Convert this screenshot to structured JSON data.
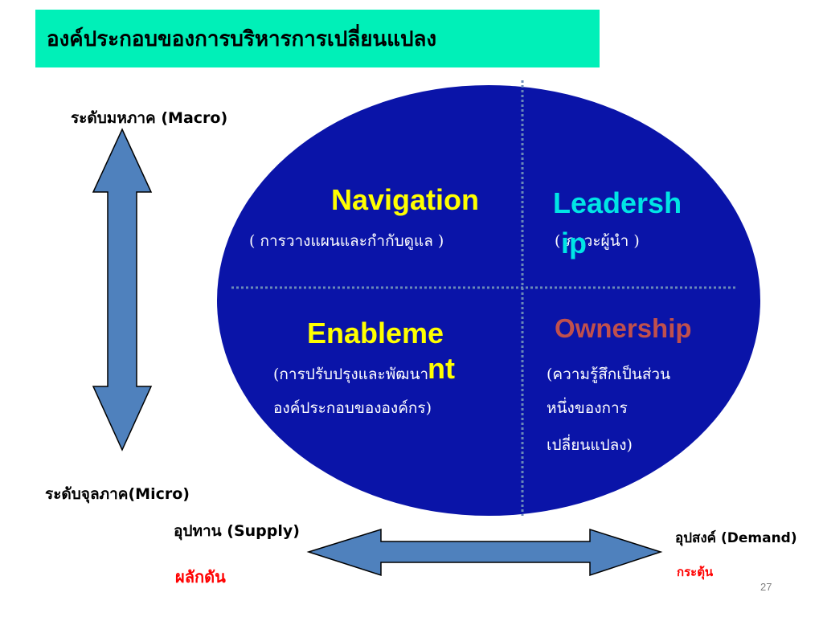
{
  "title": "องค์ประกอบของการบริหารการเปลี่ยนแปลง",
  "vertical_axis": {
    "top_label": "ระดับมหภาค (Macro)",
    "bottom_label": "ระดับจุลภาค(Micro)"
  },
  "horizontal_axis": {
    "left_label": "อุปทาน (Supply)",
    "left_sublabel": "ผลักดัน",
    "right_label": "อุปสงค์ (Demand)",
    "right_sublabel": "กระตุ้น"
  },
  "quadrants": {
    "navigation": {
      "title": "Navigation",
      "desc": "( การวางแผนและกำกับดูแล )"
    },
    "leadership": {
      "title_line1": "Leadersh",
      "title_line2": "ip",
      "desc": "( ภาวะผู้นำ )"
    },
    "enablement": {
      "title_line1": "Enableme",
      "title_line2": "nt",
      "desc_line1": "(การปรับปรุงและพัฒนา",
      "desc_line2": "องค์ประกอบขององค์กร)"
    },
    "ownership": {
      "title": "Ownership",
      "desc_line1": "(ความรู้สึกเป็นส่วน",
      "desc_line2": "หนึ่งของการ",
      "desc_line3": "เปลี่ยนแปลง)"
    }
  },
  "page_number": "27",
  "colors": {
    "title_bg": "#00f0b8",
    "ellipse": "#0a14a8",
    "arrow": "#4f81bd",
    "navigation": "#ffff00",
    "leadership": "#00e5e5",
    "enablement": "#ffff00",
    "ownership": "#c0504d",
    "red_text": "#ff0000"
  }
}
